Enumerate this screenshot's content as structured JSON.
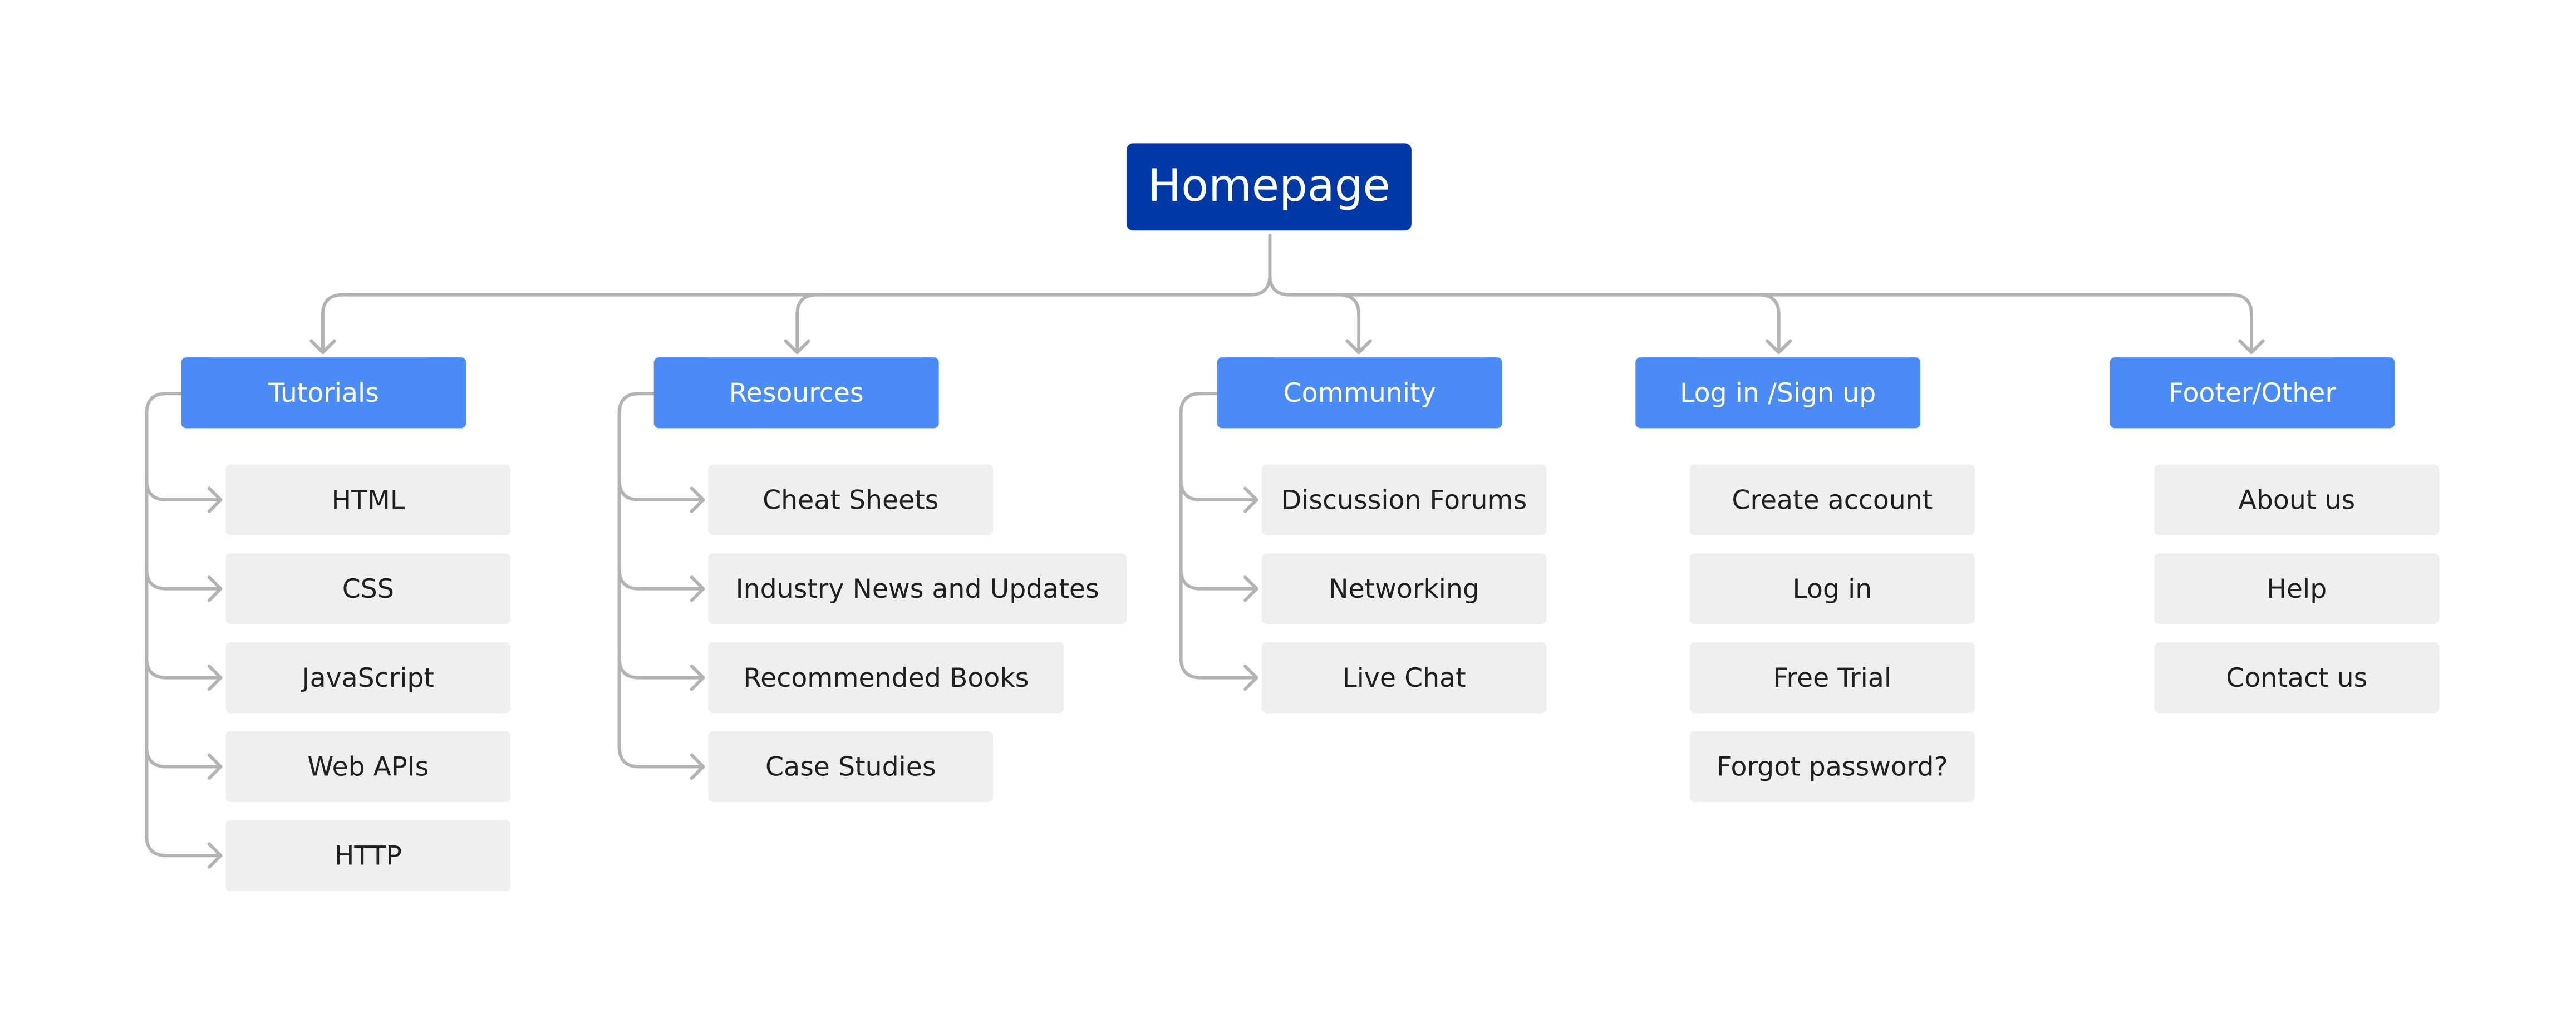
{
  "root": {
    "label": "Homepage"
  },
  "colors": {
    "root": "#0039a6",
    "category": "#4b8bf5",
    "item": "#efefef",
    "connector": "#b3b3b3",
    "text": "#1f1f1f"
  },
  "categories": [
    {
      "label": "Tutorials",
      "connected_items": true,
      "items": [
        "HTML",
        "CSS",
        "JavaScript",
        "Web APIs",
        "HTTP"
      ]
    },
    {
      "label": "Resources",
      "connected_items": true,
      "items": [
        "Cheat Sheets",
        "Industry News and Updates",
        "Recommended Books",
        "Case Studies"
      ]
    },
    {
      "label": "Community",
      "connected_items": true,
      "items": [
        "Discussion Forums",
        "Networking",
        "Live Chat"
      ]
    },
    {
      "label": "Log in /Sign up",
      "connected_items": false,
      "items": [
        "Create account",
        "Log in",
        "Free Trial",
        "Forgot password?"
      ]
    },
    {
      "label": "Footer/Other",
      "connected_items": false,
      "items": [
        "About us",
        "Help",
        "Contact us"
      ]
    }
  ]
}
